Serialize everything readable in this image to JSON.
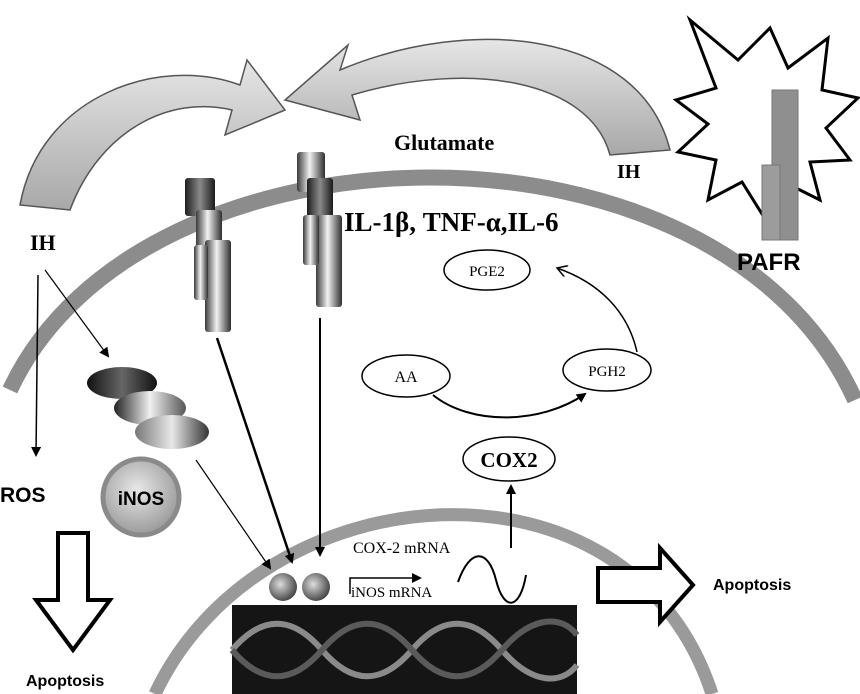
{
  "labels": {
    "glutamate": "Glutamate",
    "ih_right": "IH",
    "ih_left": "IH",
    "pafr": "PAFR",
    "cytokines": "IL-1β, TNF-α,IL-6",
    "pge2": "PGE2",
    "aa": "AA",
    "pgh2": "PGH2",
    "cox2": "COX2",
    "ros": "ROS",
    "inos": "iNOS",
    "cox2_mrna": "COX-2 mRNA",
    "inos_mrna": "iNOS mRNA",
    "apoptosis_right": "Apoptosis",
    "apoptosis_left": "Apoptosis"
  },
  "colors": {
    "membrane": "#8c8c8c",
    "curved_arrow_fill": "#c9c9c9",
    "burst_stroke": "#000000",
    "dna_background": "#151515"
  }
}
